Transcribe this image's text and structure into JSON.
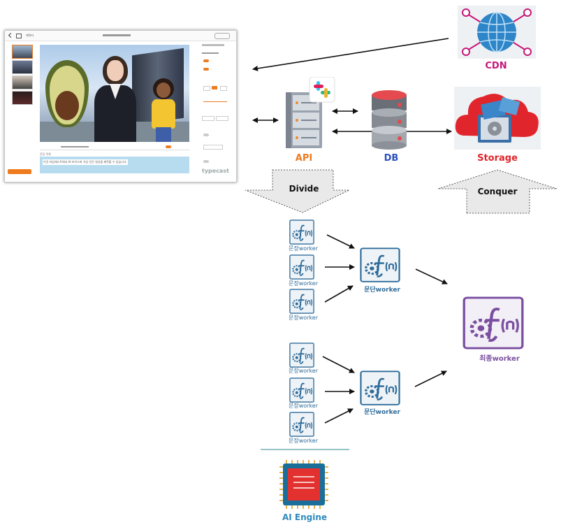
{
  "nodes": {
    "cdn": "CDN",
    "api": "API",
    "db": "DB",
    "storage": "Storage",
    "divide": "Divide",
    "conquer": "Conquer",
    "sentence_worker": "문장worker",
    "paragraph_worker": "문단worker",
    "final_worker": "최종worker",
    "ai_engine": "AI Engine"
  },
  "screenshot": {
    "logo": "typecast",
    "tab_label": "캐릭터",
    "script_text": "이곳 타입캐스트에서 AI 보이스와 가상 인간 영상을 제작할 수 있습니다."
  },
  "colors": {
    "cdn": "#c8177a",
    "api": "#ee7b1e",
    "db": "#2b4fbf",
    "storage": "#e0262c",
    "worker": "#2f6c9a",
    "final_worker": "#7a4fa0",
    "ai_engine": "#2f8bbf"
  }
}
